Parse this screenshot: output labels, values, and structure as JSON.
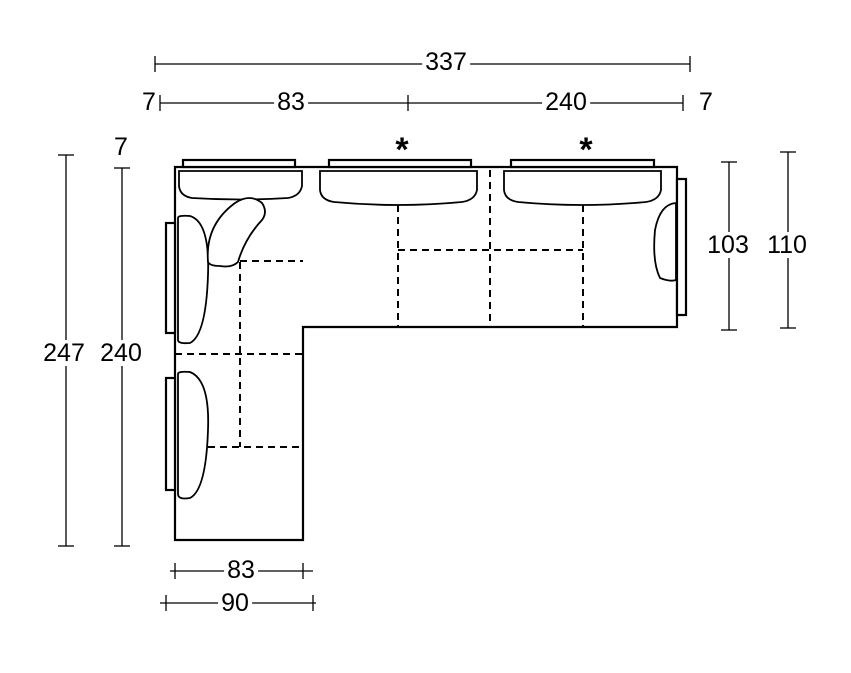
{
  "dimensions": {
    "total_width": "337",
    "left_arm_top": "7",
    "corner_width_top": "83",
    "main_width": "240",
    "right_arm_top": "7",
    "left_arm_side": "7",
    "total_length": "247",
    "length_inner": "240",
    "depth_inner": "103",
    "depth_total": "110",
    "chaise_inner": "83",
    "chaise_total": "90"
  },
  "markers": {
    "asterisk_1": "*",
    "asterisk_2": "*"
  }
}
